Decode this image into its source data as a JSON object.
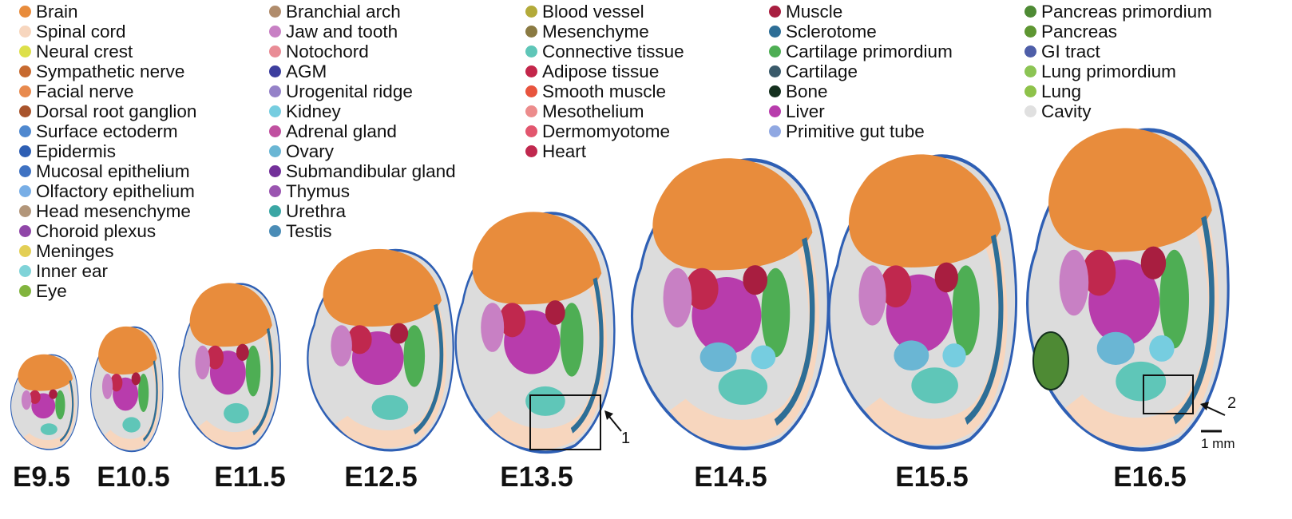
{
  "legend_columns": [
    [
      {
        "label": "Brain",
        "color": "#e88c3c"
      },
      {
        "label": "Spinal cord",
        "color": "#f7d6be"
      },
      {
        "label": "Neural crest",
        "color": "#dde04a"
      },
      {
        "label": "Sympathetic nerve",
        "color": "#c76a30"
      },
      {
        "label": "Facial nerve",
        "color": "#e88a4e"
      },
      {
        "label": "Dorsal root ganglion",
        "color": "#a8542c"
      },
      {
        "label": "Surface ectoderm",
        "color": "#4f88cf"
      },
      {
        "label": "Epidermis",
        "color": "#2e5fb4"
      },
      {
        "label": "Mucosal epithelium",
        "color": "#3f72c2"
      },
      {
        "label": "Olfactory epithelium",
        "color": "#78aee6"
      },
      {
        "label": "Head mesenchyme",
        "color": "#b2967a"
      },
      {
        "label": "Choroid plexus",
        "color": "#9046a8"
      },
      {
        "label": "Meninges",
        "color": "#e3cf55"
      },
      {
        "label": "Inner ear",
        "color": "#7fd3d8"
      },
      {
        "label": "Eye",
        "color": "#82b43e"
      }
    ],
    [
      {
        "label": "Branchial arch",
        "color": "#b08c6c"
      },
      {
        "label": "Jaw and tooth",
        "color": "#c880c4"
      },
      {
        "label": "Notochord",
        "color": "#e98c96"
      },
      {
        "label": "AGM",
        "color": "#3d3e9e"
      },
      {
        "label": "Urogenital ridge",
        "color": "#9582c8"
      },
      {
        "label": "Kidney",
        "color": "#76cde0"
      },
      {
        "label": "Adrenal gland",
        "color": "#c050a0"
      },
      {
        "label": "Ovary",
        "color": "#6ab6d4"
      },
      {
        "label": "Submandibular gland",
        "color": "#73309a"
      },
      {
        "label": "Thymus",
        "color": "#9a55b0"
      },
      {
        "label": "Urethra",
        "color": "#3aa6a4"
      },
      {
        "label": "Testis",
        "color": "#4a8cb6"
      }
    ],
    [
      {
        "label": "Blood vessel",
        "color": "#b3aa3a"
      },
      {
        "label": "Mesenchyme",
        "color": "#8a7a42"
      },
      {
        "label": "Connective tissue",
        "color": "#5fc6b8"
      },
      {
        "label": "Adipose tissue",
        "color": "#c3264a"
      },
      {
        "label": "Smooth muscle",
        "color": "#e8543e"
      },
      {
        "label": "Mesothelium",
        "color": "#ec8c8c"
      },
      {
        "label": "Dermomyotome",
        "color": "#e2566e"
      },
      {
        "label": "Heart",
        "color": "#c0284e"
      }
    ],
    [
      {
        "label": "Muscle",
        "color": "#a81e40"
      },
      {
        "label": "Sclerotome",
        "color": "#2e6e96"
      },
      {
        "label": "Cartilage primordium",
        "color": "#4eae54"
      },
      {
        "label": "Cartilage",
        "color": "#3a5a6a"
      },
      {
        "label": "Bone",
        "color": "#14301e"
      },
      {
        "label": "Liver",
        "color": "#b83cac"
      },
      {
        "label": "Primitive gut tube",
        "color": "#90a8e2"
      }
    ],
    [
      {
        "label": "Pancreas primordium",
        "color": "#4e8a34"
      },
      {
        "label": "Pancreas",
        "color": "#5e9632"
      },
      {
        "label": "GI tract",
        "color": "#4e5ea8"
      },
      {
        "label": "Lung primordium",
        "color": "#8cc454"
      },
      {
        "label": "Lung",
        "color": "#8ec24a"
      },
      {
        "label": "Cavity",
        "color": "#e0e0e0"
      }
    ]
  ],
  "stages": [
    "E9.5",
    "E10.5",
    "E11.5",
    "E12.5",
    "E13.5",
    "E14.5",
    "E15.5",
    "E16.5"
  ],
  "annotations": {
    "box1": "1",
    "box2": "2",
    "scale_bar": "1 mm"
  }
}
